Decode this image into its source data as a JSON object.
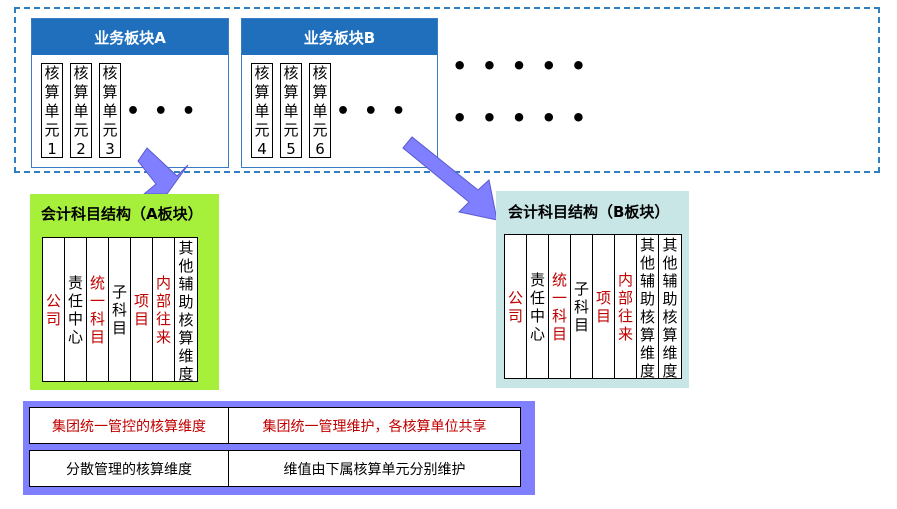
{
  "module_a": {
    "title": "业务板块A",
    "units": [
      {
        "chars": [
          "核",
          "算",
          "单",
          "元",
          "1"
        ]
      },
      {
        "chars": [
          "核",
          "算",
          "单",
          "元",
          "2"
        ]
      },
      {
        "chars": [
          "核",
          "算",
          "单",
          "元",
          "3"
        ]
      }
    ],
    "ellipsis": "• • •"
  },
  "module_b": {
    "title": "业务板块B",
    "units": [
      {
        "chars": [
          "核",
          "算",
          "单",
          "元",
          "4"
        ]
      },
      {
        "chars": [
          "核",
          "算",
          "单",
          "元",
          "5"
        ]
      },
      {
        "chars": [
          "核",
          "算",
          "单",
          "元",
          "6"
        ]
      }
    ],
    "ellipsis": "• • •"
  },
  "more_modules": [
    "• • • • •",
    "• • • • •"
  ],
  "structure_a": {
    "title": "会计科目结构（A板块）",
    "columns": [
      {
        "chars": [
          "公",
          "司"
        ],
        "red": true,
        "top": false
      },
      {
        "chars": [
          "责",
          "任",
          "中",
          "心"
        ],
        "red": false,
        "top": false
      },
      {
        "chars": [
          "统",
          "一",
          "科",
          "目"
        ],
        "red": true,
        "top": false
      },
      {
        "chars": [
          "子",
          "科",
          "目"
        ],
        "red": false,
        "top": false
      },
      {
        "chars": [
          "项",
          "目"
        ],
        "red": true,
        "top": false
      },
      {
        "chars": [
          "内",
          "部",
          "往",
          "来"
        ],
        "red": true,
        "top": false
      },
      {
        "chars": [
          "其",
          "他",
          "辅",
          "助",
          "核",
          "算",
          "维",
          "度"
        ],
        "red": false,
        "top": true
      }
    ],
    "background": "#a6f03c"
  },
  "structure_b": {
    "title": "会计科目结构（B板块）",
    "columns": [
      {
        "chars": [
          "公",
          "司"
        ],
        "red": true,
        "top": false
      },
      {
        "chars": [
          "责",
          "任",
          "中",
          "心"
        ],
        "red": false,
        "top": false
      },
      {
        "chars": [
          "统",
          "一",
          "科",
          "目"
        ],
        "red": true,
        "top": false
      },
      {
        "chars": [
          "子",
          "科",
          "目"
        ],
        "red": false,
        "top": false
      },
      {
        "chars": [
          "项",
          "目"
        ],
        "red": true,
        "top": false
      },
      {
        "chars": [
          "内",
          "部",
          "往",
          "来"
        ],
        "red": true,
        "top": false
      },
      {
        "chars": [
          "其",
          "他",
          "辅",
          "助",
          "核",
          "算",
          "维",
          "度"
        ],
        "red": false,
        "top": true
      },
      {
        "chars": [
          "其",
          "他",
          "辅",
          "助",
          "核",
          "算",
          "维",
          "度"
        ],
        "red": false,
        "top": true
      }
    ],
    "background": "#c8e6e6"
  },
  "legend": [
    {
      "left": "集团统一管控的核算维度",
      "right": "集团统一管理维护，各核算单位共享",
      "red": true
    },
    {
      "left": "分散管理的核算维度",
      "right": "维值由下属核算单元分别维护",
      "red": false
    }
  ],
  "colors": {
    "header_blue": "#1f6fbd",
    "dashed_border": "#2f7fc1",
    "arrow_fill": "#7f7fff",
    "legend_bg": "#7f7fff",
    "red_text": "#c00000"
  }
}
